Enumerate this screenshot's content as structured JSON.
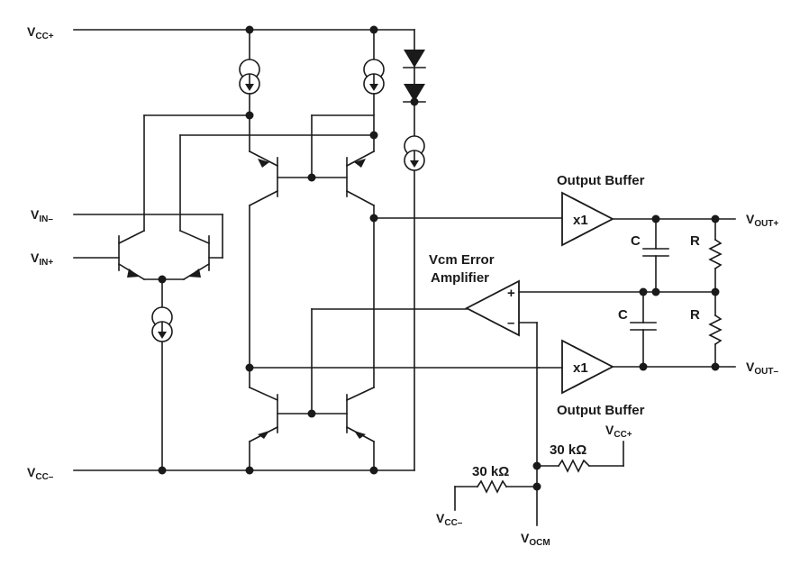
{
  "labels": {
    "vcc_plus": {
      "main": "V",
      "sub": "CC+"
    },
    "vcc_minus": {
      "main": "V",
      "sub": "CC–"
    },
    "vin_minus": {
      "main": "V",
      "sub": "IN–"
    },
    "vin_plus": {
      "main": "V",
      "sub": "IN+"
    },
    "vout_plus": {
      "main": "V",
      "sub": "OUT+"
    },
    "vout_minus": {
      "main": "V",
      "sub": "OUT–"
    },
    "vcc_plus_res": {
      "main": "V",
      "sub": "CC+"
    },
    "vcc_minus_res": {
      "main": "V",
      "sub": "CC–"
    },
    "vocm": {
      "main": "V",
      "sub": "OCM"
    }
  },
  "blocks": {
    "output_buffer_top": "Output Buffer",
    "output_buffer_bottom": "Output Buffer",
    "buffer_gain_top": "x1",
    "buffer_gain_bottom": "x1",
    "error_amp_line1": "Vcm Error",
    "error_amp_line2": "Amplifier",
    "plus_sign": "+",
    "minus_sign": "–"
  },
  "components": {
    "cap_top": "C",
    "cap_bottom": "C",
    "res_top": "R",
    "res_bottom": "R",
    "res_30k_upper": "30 kΩ",
    "res_30k_lower": "30 kΩ"
  }
}
